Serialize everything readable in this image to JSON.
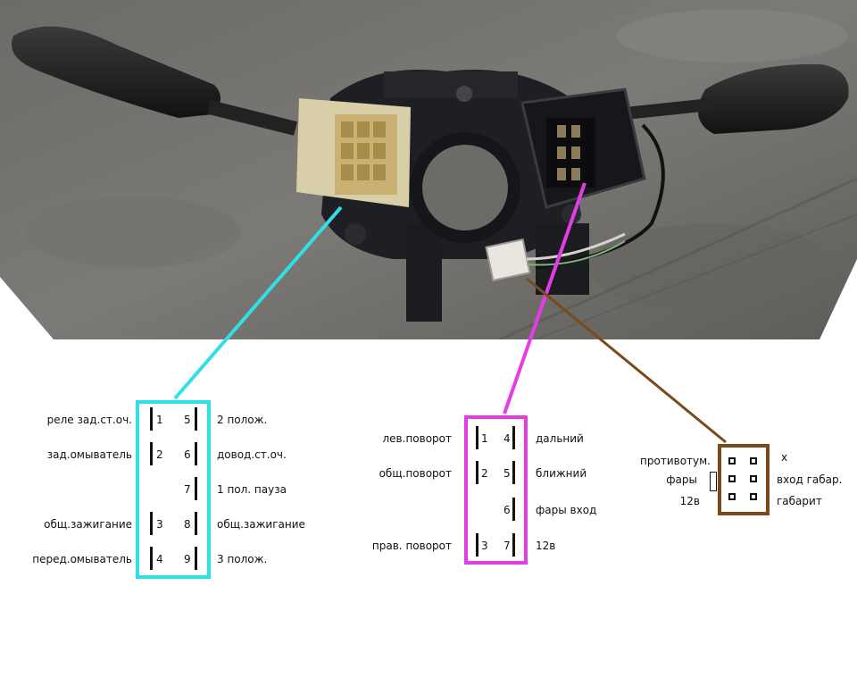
{
  "colors": {
    "cyan": "#2fe0e6",
    "magenta": "#e43ce6",
    "brown": "#7a4a1c"
  },
  "left_connector": {
    "left_labels": [
      "реле зад.ст.оч.",
      "зад.омыватель",
      "общ.зажигание",
      "перед.омыватель"
    ],
    "left_pins": [
      "1",
      "2",
      "3",
      "4"
    ],
    "right_pins": [
      "5",
      "6",
      "7",
      "8",
      "9"
    ],
    "right_labels": [
      "2 полож.",
      "довод.ст.оч.",
      "1 пол. пауза",
      "общ.зажигание",
      "3 полож."
    ]
  },
  "middle_connector": {
    "left_labels": [
      "лев.поворот",
      "общ.поворот",
      "прав. поворот"
    ],
    "left_pins": [
      "1",
      "2",
      "3"
    ],
    "right_pins": [
      "4",
      "5",
      "6",
      "7"
    ],
    "right_labels": [
      "дальний",
      "ближний",
      "фары  вход",
      "12в"
    ]
  },
  "right_connector": {
    "left_labels": [
      "противотум.",
      "фары",
      "12в"
    ],
    "right_labels": [
      "х",
      "вход габар.",
      "габарит"
    ]
  }
}
